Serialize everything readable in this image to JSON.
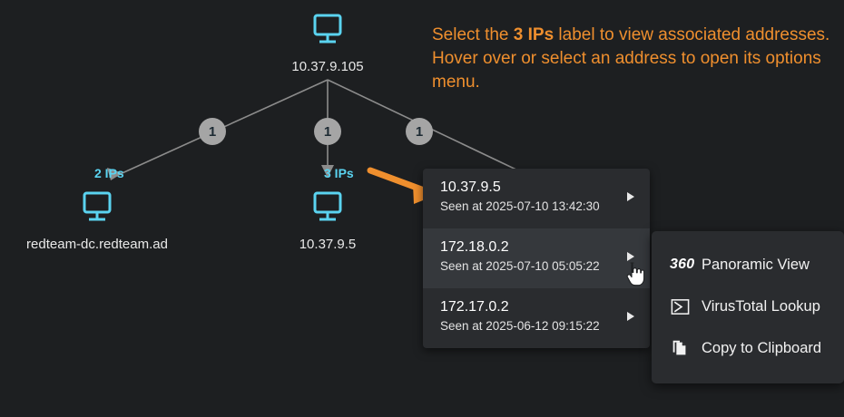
{
  "canvas": {
    "background": "#1d1f21",
    "accent_orange": "#ef8f2e",
    "node_cyan": "#5ad3f0",
    "badge_gray": "#a5a5a5",
    "edge_gray": "#8c8c8c",
    "panel_bg": "#2a2c2f",
    "panel_hover_bg": "#35383c"
  },
  "instruction": {
    "part1": "Select the ",
    "highlight": "3 IPs",
    "part2": " label to view associated addresses. Hover over or select an address to open its options menu."
  },
  "graph": {
    "root": {
      "label": "10.37.9.105",
      "icon": "monitor-icon"
    },
    "edges": [
      {
        "badge": "1",
        "to": "redteam-dc.redteam.ad"
      },
      {
        "badge": "1",
        "to": "10.37.9.5"
      },
      {
        "badge": "1",
        "to": ""
      }
    ],
    "children": [
      {
        "ip_count_label": "2 IPs",
        "label": "redteam-dc.redteam.ad",
        "icon": "monitor-icon"
      },
      {
        "ip_count_label": "3 IPs",
        "label": "10.37.9.5",
        "icon": "monitor-icon"
      }
    ]
  },
  "ip_panel": {
    "rows": [
      {
        "address": "10.37.9.5",
        "seen": "Seen at 2025-07-10 13:42:30",
        "hovered": false,
        "caret": "caret-right-icon"
      },
      {
        "address": "172.18.0.2",
        "seen": "Seen at 2025-07-10 05:05:22",
        "hovered": true,
        "caret": "caret-right-icon"
      },
      {
        "address": "172.17.0.2",
        "seen": "Seen at 2025-06-12 09:15:22",
        "hovered": false,
        "caret": "caret-right-icon"
      }
    ]
  },
  "context_menu": {
    "items": [
      {
        "icon": "360-icon",
        "icon_text": "360",
        "label": "Panoramic View"
      },
      {
        "icon": "virustotal-icon",
        "icon_text": "",
        "label": "VirusTotal Lookup"
      },
      {
        "icon": "copy-icon",
        "icon_text": "",
        "label": "Copy to Clipboard"
      }
    ]
  },
  "cursor": {
    "type": "pointer-hand-cursor"
  }
}
